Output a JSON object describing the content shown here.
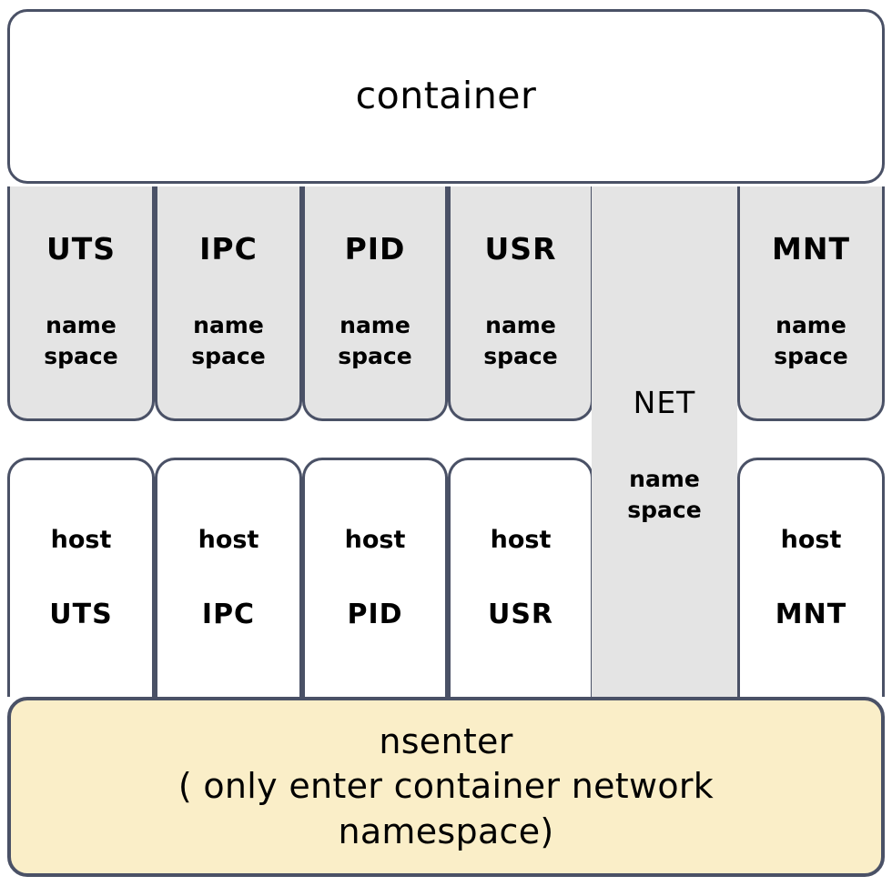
{
  "diagram": {
    "title": "container namespaces vs host namespaces with nsenter",
    "colors": {
      "border": "#4a5166",
      "namespace_fill": "#e4e4e4",
      "host_fill": "#ffffff",
      "nsenter_fill": "#faeec8",
      "text": "#000000",
      "background": "#ffffff"
    }
  },
  "container": {
    "label": "container"
  },
  "namespace_row": {
    "name_word_line1": "name",
    "name_word_line2": "space",
    "cells": [
      {
        "code": "UTS",
        "name_line1": "name",
        "name_line2": "space"
      },
      {
        "code": "IPC",
        "name_line1": "name",
        "name_line2": "space"
      },
      {
        "code": "PID",
        "name_line1": "name",
        "name_line2": "space"
      },
      {
        "code": "USR",
        "name_line1": "name",
        "name_line2": "space"
      },
      {
        "code": "MNT",
        "name_line1": "name",
        "name_line2": "space"
      }
    ]
  },
  "net_column": {
    "code": "NET",
    "name_line1": "name",
    "name_line2": "space"
  },
  "host_row": {
    "host_word": "host",
    "cells": [
      {
        "host_word": "host",
        "code": "UTS"
      },
      {
        "host_word": "host",
        "code": "IPC"
      },
      {
        "host_word": "host",
        "code": "PID"
      },
      {
        "host_word": "host",
        "code": "USR"
      },
      {
        "host_word": "host",
        "code": "MNT"
      }
    ]
  },
  "nsenter": {
    "line1": "nsenter",
    "line2": "( only enter container network",
    "line3": "namespace)"
  }
}
